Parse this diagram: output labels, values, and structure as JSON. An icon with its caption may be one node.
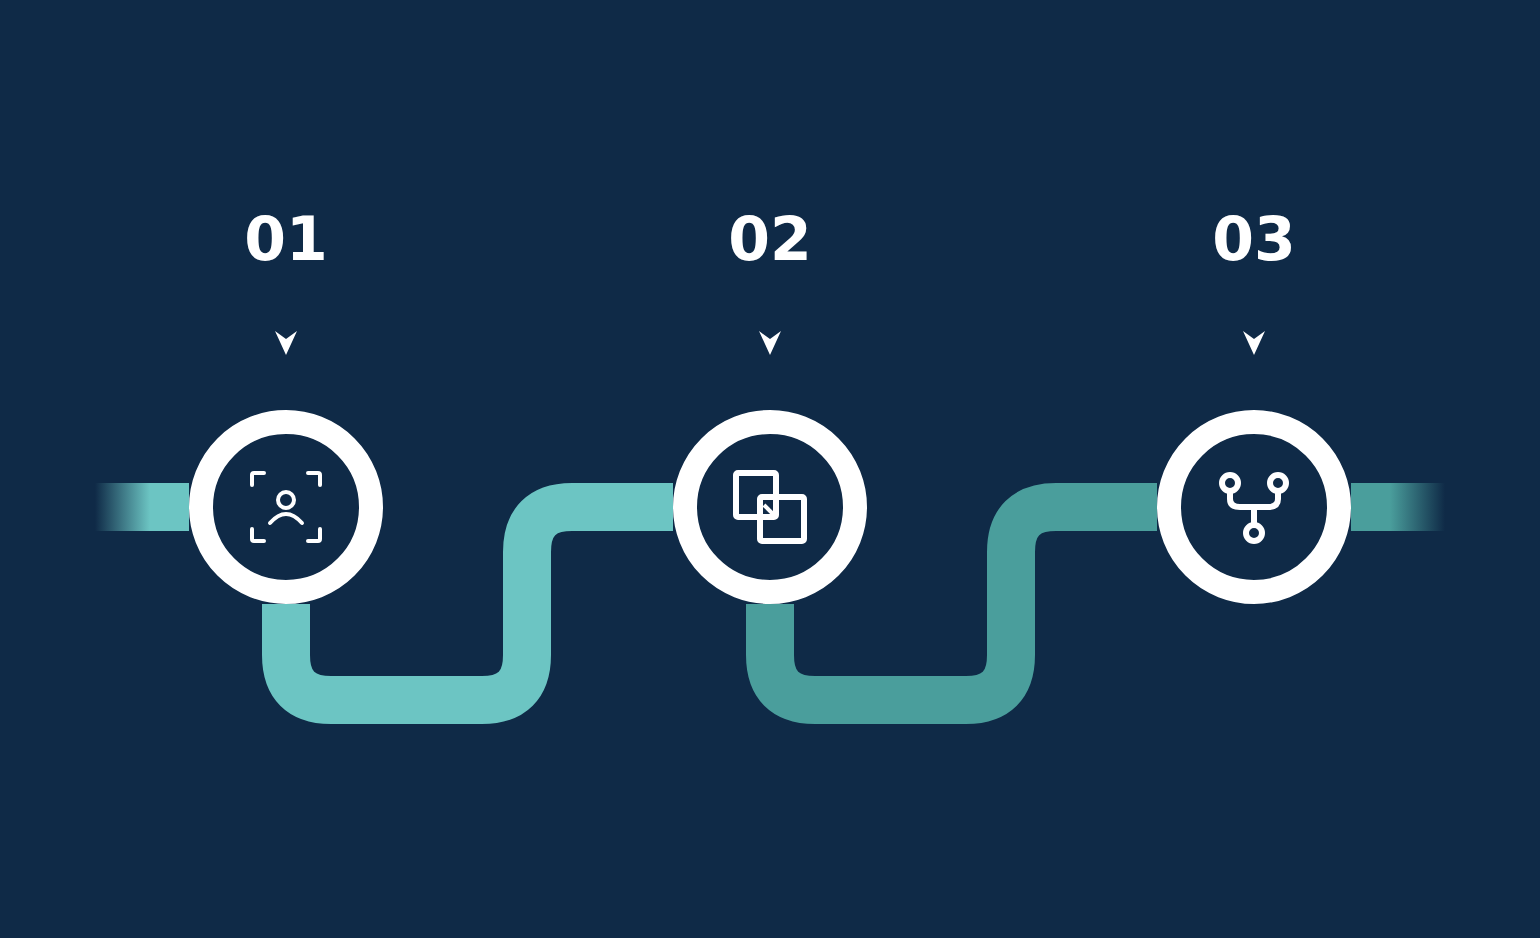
{
  "diagram": {
    "nodes": [
      {
        "text": [
          "01"
        ]
      },
      {
        "text": [
          "02"
        ]
      },
      {
        "text": [
          "03"
        ]
      }
    ],
    "edges": [
      {
        "from": null,
        "to": 0,
        "arrow": "none",
        "color": "#6cc5c3"
      },
      {
        "from": 0,
        "to": 1,
        "arrow": "none",
        "color": "#6cc5c3"
      },
      {
        "from": 1,
        "to": 2,
        "arrow": "none",
        "color": "#4a9e9c"
      },
      {
        "from": 2,
        "to": null,
        "arrow": "none",
        "color": "#4a9e9c"
      }
    ]
  }
}
